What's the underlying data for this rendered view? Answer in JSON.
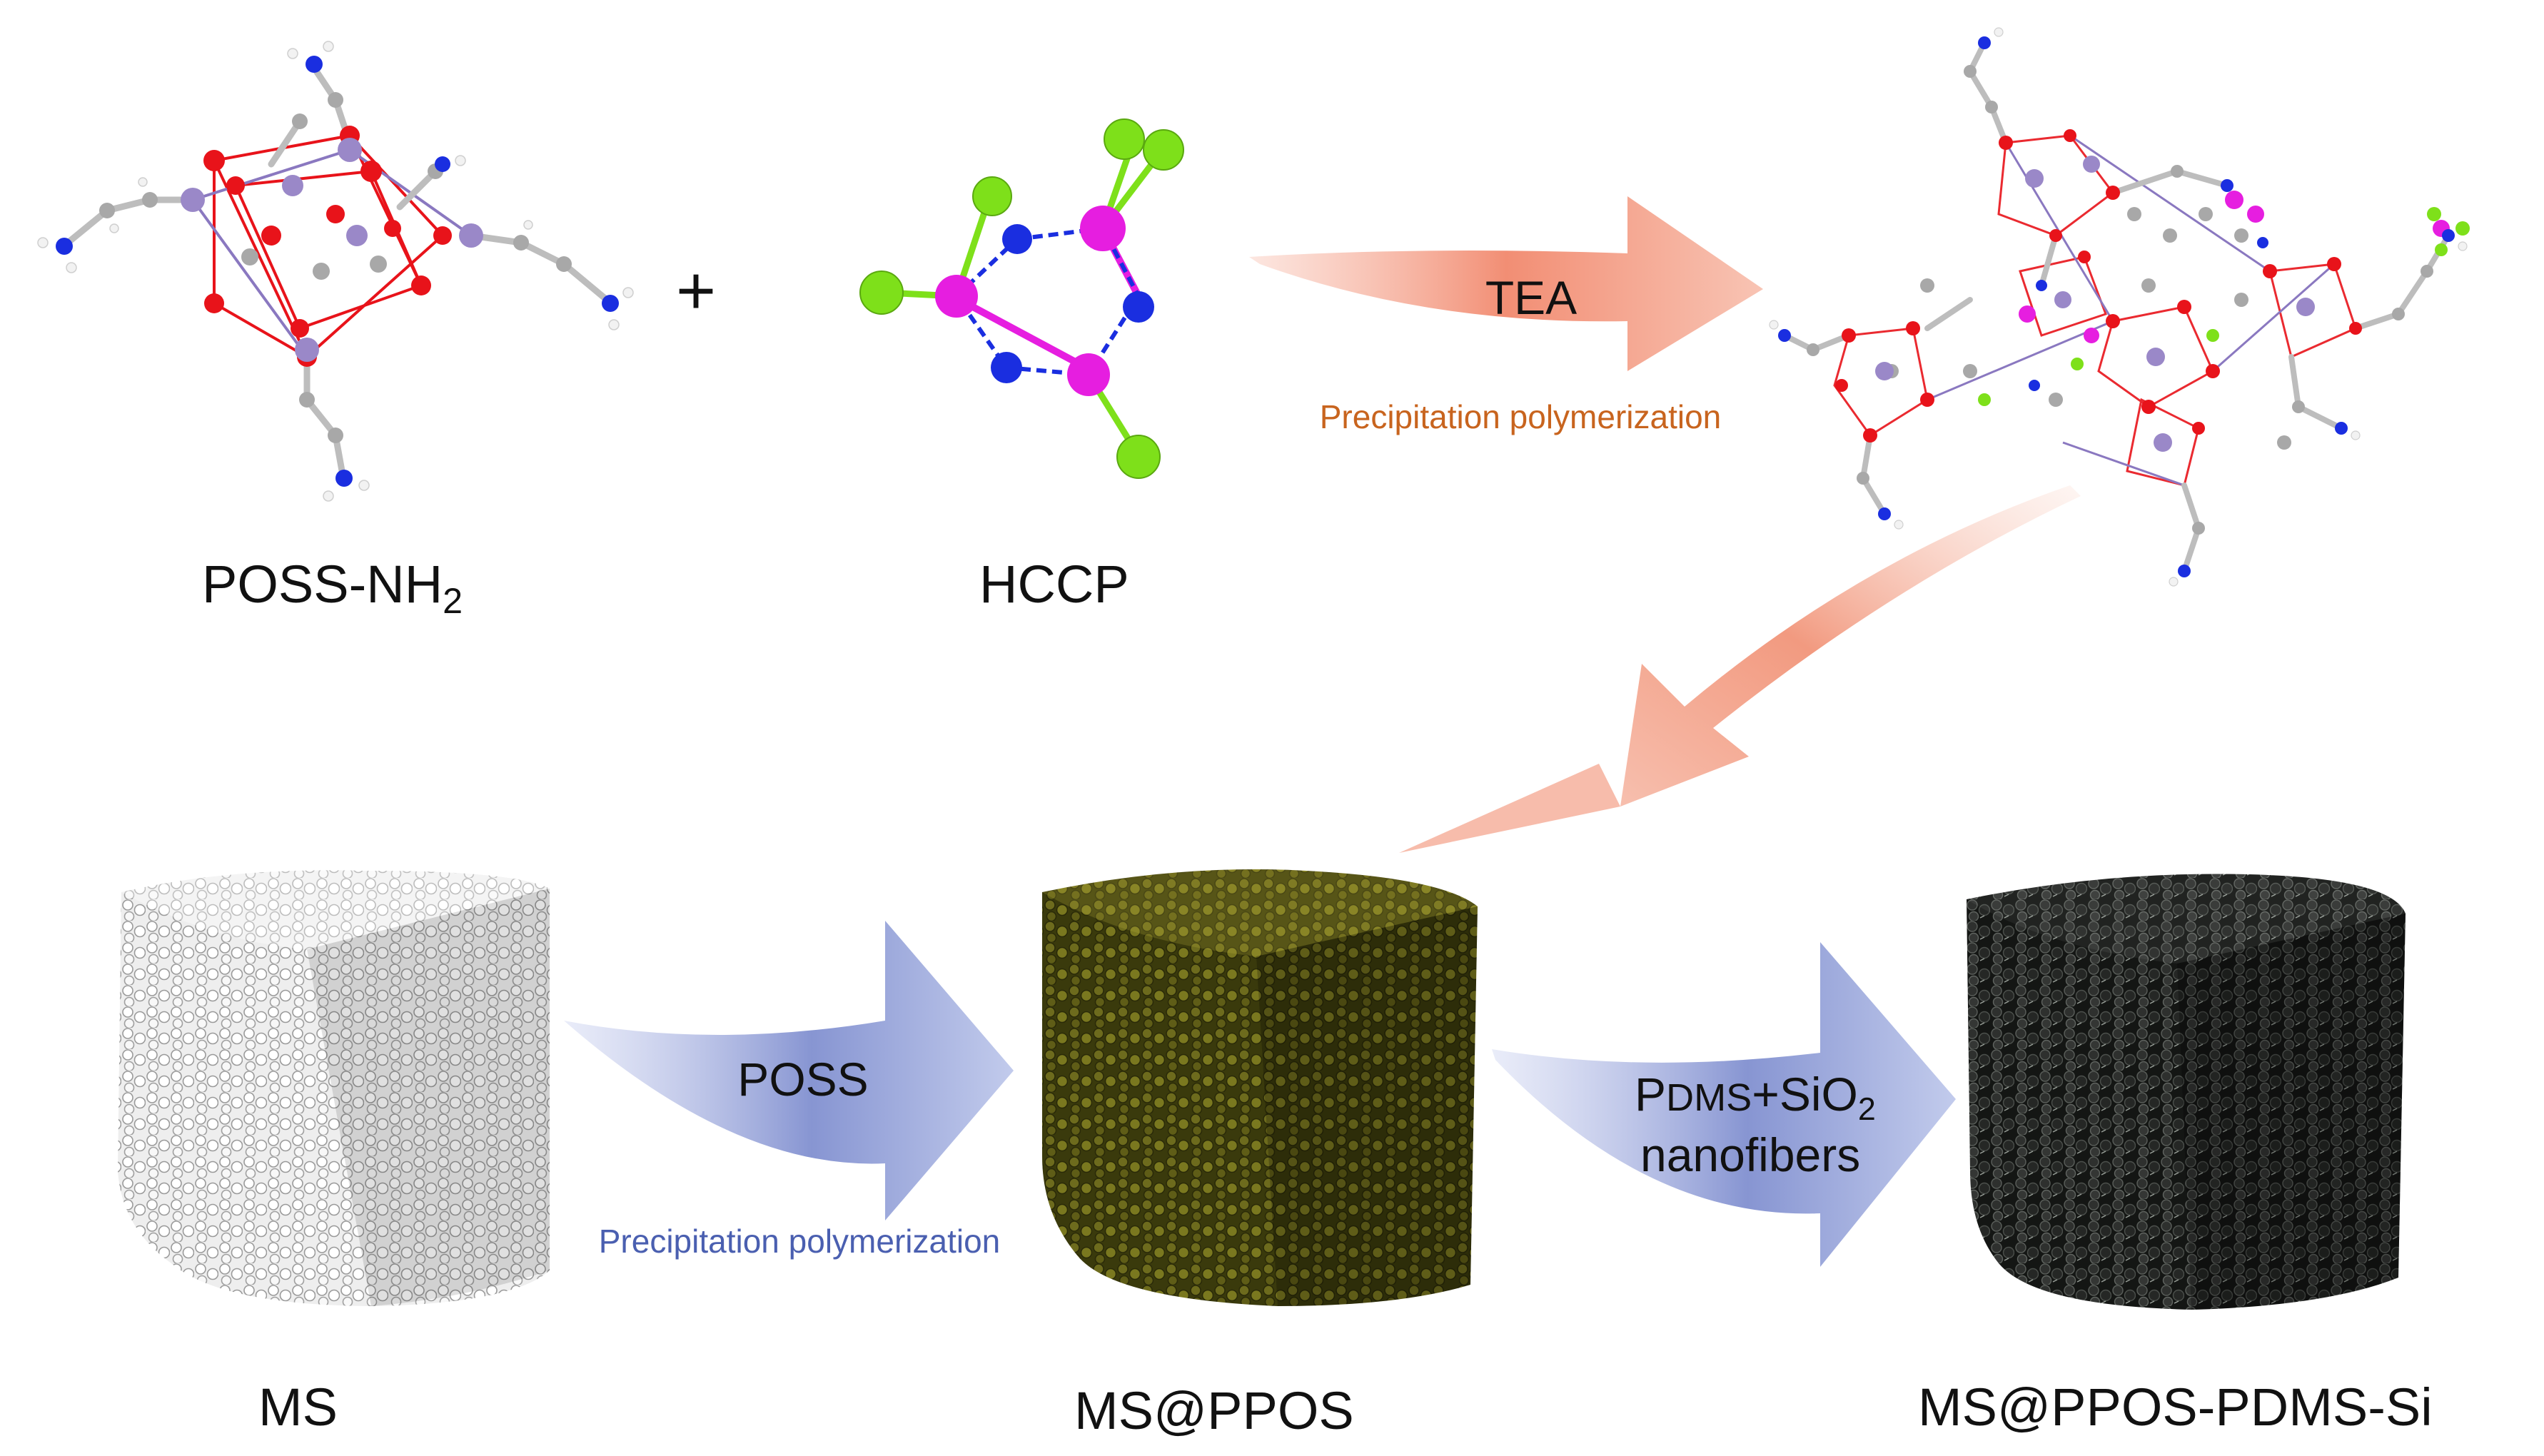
{
  "figure": {
    "reactants": {
      "poss": {
        "prefix": "POSS-NH",
        "subscript": "2"
      },
      "plus": "+",
      "hccp": "HCCP"
    },
    "reaction_arrow": {
      "reagent": "TEA",
      "condition": "Precipitation polymerization",
      "condition_color": "#c8641e"
    },
    "coating_arrow": {
      "label": "POSS",
      "condition": "Precipitation polymerization",
      "condition_color": "#4a5fb0"
    },
    "modification_arrow": {
      "line1_first": "P",
      "line1_smallcaps": "DMS",
      "line1_rest": "+SiO",
      "line1_subscript": "2",
      "line2": "nanofibers"
    },
    "products": {
      "ms": "MS",
      "ms_ppos": "MS@PPOS",
      "ms_ppos_pdms_si": "MS@PPOS-PDMS-Si"
    },
    "colors": {
      "salmon_arrow": "#f08a70",
      "blue_arrow": "#8c9bd8",
      "sponge_white": "#e6e6e6",
      "sponge_olive": "#6b6a1a",
      "sponge_black": "#2a2c2a",
      "oxygen": "#e8131a",
      "silicon": "#9a88c8",
      "carbon": "#a8a8a8",
      "nitrogen": "#1a2ee0",
      "phosphorus": "#e61ee0",
      "chlorine": "#7ee01a"
    }
  }
}
